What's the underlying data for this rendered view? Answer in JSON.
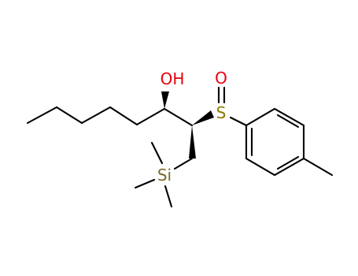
{
  "labels": {
    "oh": "OH",
    "s": "S",
    "o": "O",
    "si": "Si"
  },
  "colors": {
    "bond": "#000000",
    "oxygen": "#e8000b",
    "sulfur": "#8a7a00",
    "silicon": "#7a6a2a"
  }
}
